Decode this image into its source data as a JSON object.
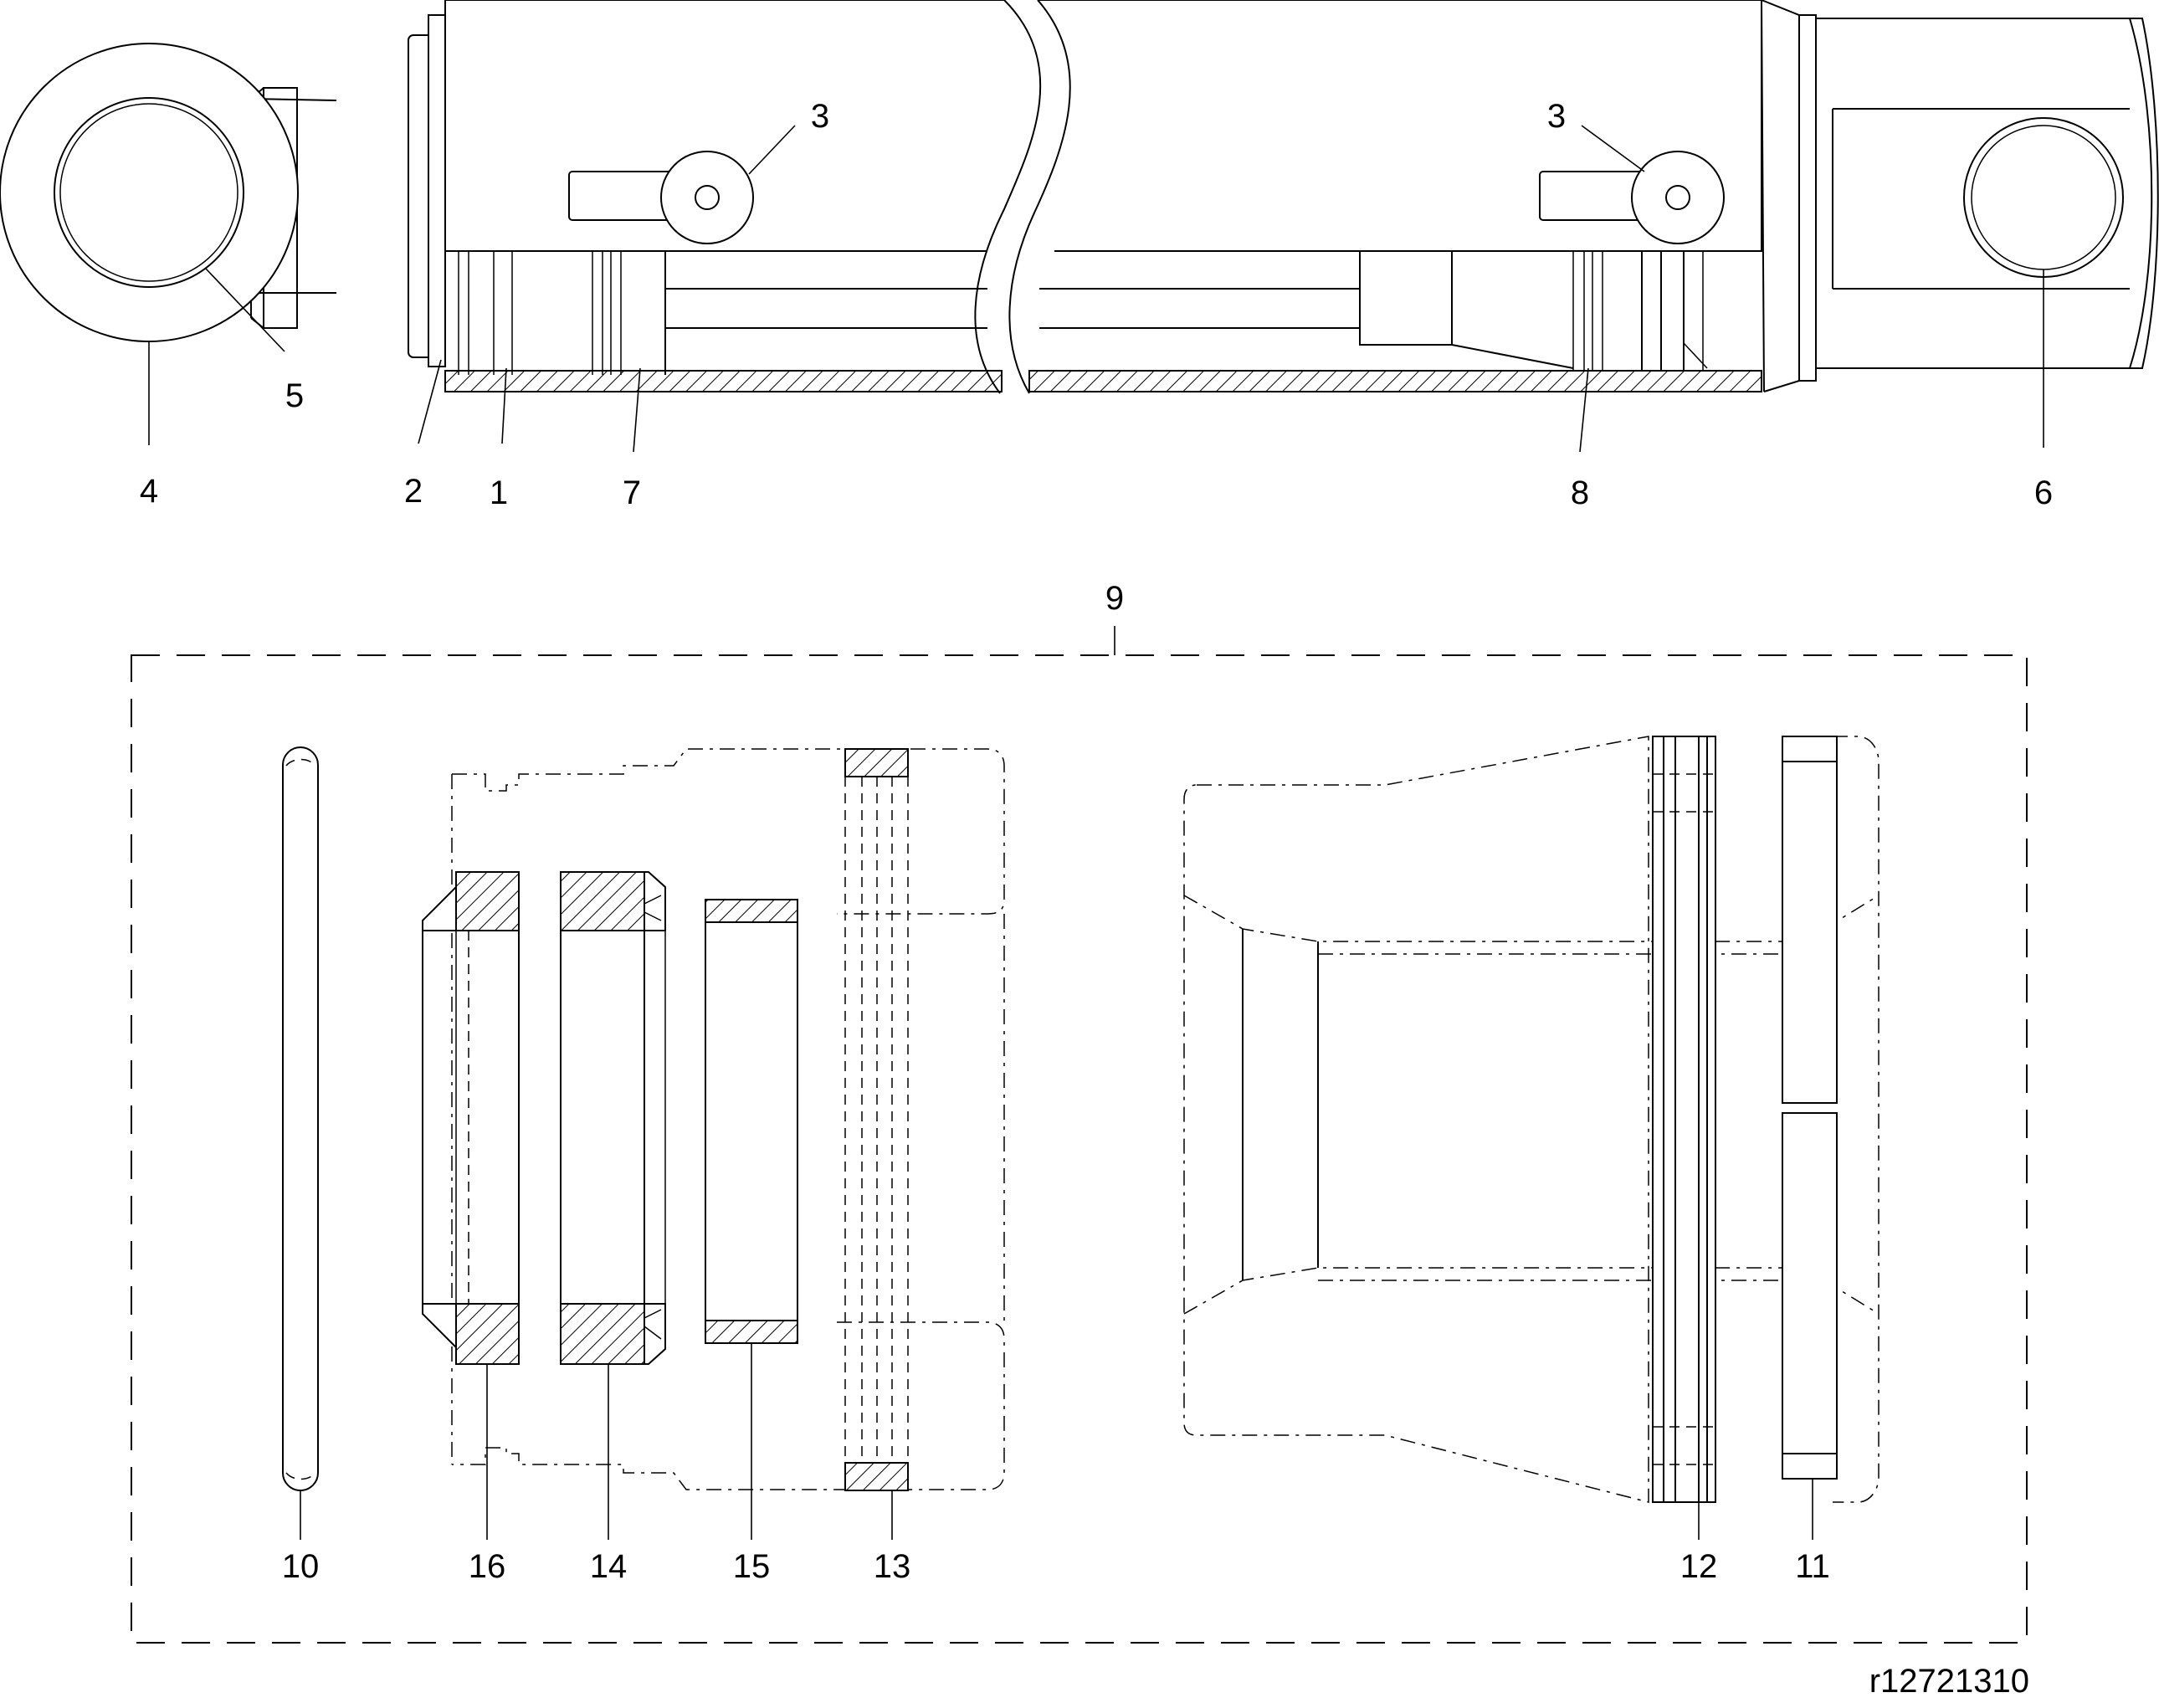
{
  "figure_ref": "r12721310",
  "callouts": {
    "c1": "1",
    "c2": "2",
    "c3a": "3",
    "c3b": "3",
    "c4": "4",
    "c5": "5",
    "c6": "6",
    "c7": "7",
    "c8": "8",
    "c9": "9",
    "c10": "10",
    "c11": "11",
    "c12": "12",
    "c13": "13",
    "c14": "14",
    "c15": "15",
    "c16": "16"
  }
}
